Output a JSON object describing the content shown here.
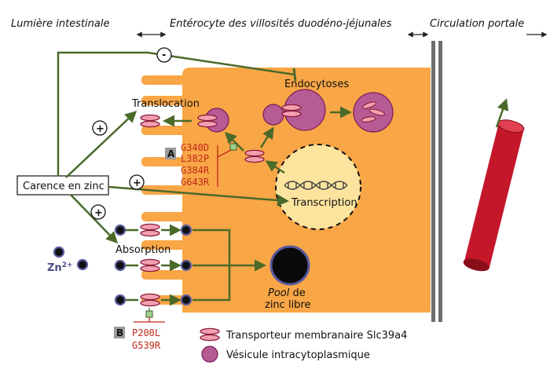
{
  "headers": {
    "lumen": "Lumière intestinale",
    "enterocyte": "Entérocyte des villosités duodéno-jéjunales",
    "portal": "Circulation portale"
  },
  "labels": {
    "deficiency": "Carence en zinc",
    "translocation": "Translocation",
    "endocytosis": "Endocytoses",
    "transcription": "Transcription",
    "absorption": "Absorption",
    "zinc_ion_base": "Zn",
    "zinc_ion_charge": "2+",
    "pool_italic": "Pool",
    "pool_rest": " de",
    "pool_line2": "zinc libre"
  },
  "signs": {
    "inhibit": "-",
    "activate": "+"
  },
  "mutations": {
    "group_a": {
      "tag": "A",
      "items": [
        "G340D",
        "L382P",
        "G384R",
        "G643R"
      ]
    },
    "group_b": {
      "tag": "B",
      "items": [
        "P200L",
        "G539R"
      ]
    }
  },
  "legend": {
    "transporter": "Transporteur membranaire Slc39a4",
    "vesicle": "Vésicule intracytoplasmique"
  },
  "colors": {
    "cell": "#f9a646",
    "arrow": "#4a6a2a",
    "transporter": "#f2a0b0",
    "transporter_stroke": "#8a1a3a",
    "vesicle": "#b65b94",
    "nucleus": "#fde49e",
    "vessel": "#c4182a",
    "mutation": "#c0281a",
    "ion_ring": "#5a5aa0"
  }
}
